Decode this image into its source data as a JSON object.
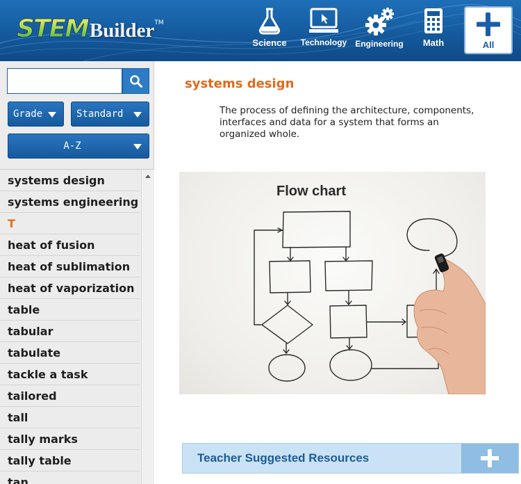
{
  "header": {
    "logo": {
      "stem": "STEM",
      "builder": "Builder",
      "tm": "TM"
    },
    "nav": [
      {
        "label": "Science",
        "icon": "flask-icon"
      },
      {
        "label": "Technology",
        "icon": "computer-icon"
      },
      {
        "label": "Engineering",
        "icon": "gears-icon"
      },
      {
        "label": "Math",
        "icon": "calculator-icon"
      },
      {
        "label": "All",
        "icon": "plus-icon"
      }
    ]
  },
  "sidebar": {
    "search": {
      "value": "",
      "placeholder": ""
    },
    "filters": {
      "grade": "Grade",
      "standard": "Standard",
      "sort": "A-Z"
    },
    "terms": [
      {
        "label": "systems design"
      },
      {
        "label": "systems engineering"
      },
      {
        "label": "T",
        "letter": true
      },
      {
        "label": "heat of fusion"
      },
      {
        "label": "heat of sublimation"
      },
      {
        "label": "heat of vaporization"
      },
      {
        "label": "table"
      },
      {
        "label": "tabular"
      },
      {
        "label": "tabulate"
      },
      {
        "label": "tackle a task"
      },
      {
        "label": "tailored"
      },
      {
        "label": "tall"
      },
      {
        "label": "tally marks"
      },
      {
        "label": "tally table"
      },
      {
        "label": "tan"
      }
    ]
  },
  "main": {
    "term": "systems design",
    "definition": "The process of defining the architecture, components, interfaces and data for a system that forms an organized whole.",
    "figure": {
      "title": "Flow chart"
    },
    "resources": {
      "label": "Teacher Suggested Resources"
    }
  },
  "colors": {
    "header_blue": "#155a9e",
    "accent_orange": "#e06a1c",
    "link_blue": "#1d5a94"
  }
}
